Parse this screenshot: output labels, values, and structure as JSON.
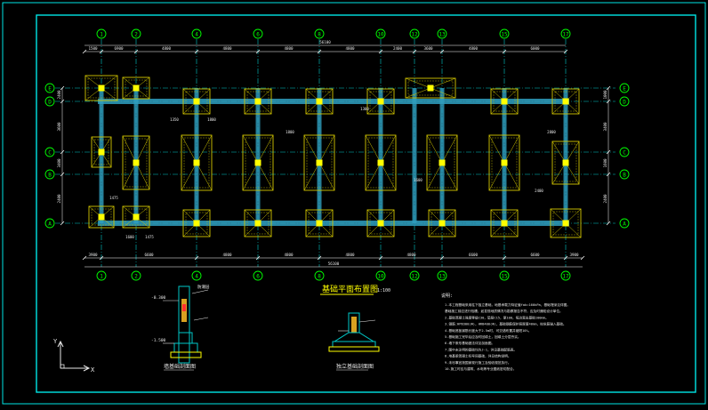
{
  "colors": {
    "background": "#000000",
    "border": "#00e5e5",
    "grid": "#00c8c8",
    "beam": "#2f9fbf",
    "footing": "#d4c800",
    "column": "#ffff00",
    "axis_label": "#00ff00",
    "text": "#e8e8e8",
    "dim": "#ffffff",
    "red": "#ff3030",
    "magenta": "#ff00ff"
  },
  "grid": {
    "top_labels": [
      "1",
      "2",
      "4",
      "6",
      "8",
      "10",
      "12",
      "13",
      "15",
      "17"
    ],
    "bottom_labels": [
      "1",
      "2",
      "4",
      "6",
      "8",
      "10",
      "12",
      "13",
      "15",
      "17"
    ],
    "left_labels": [
      "E",
      "D",
      "C",
      "B",
      "A"
    ],
    "right_labels": [
      "E",
      "D",
      "C",
      "B",
      "A"
    ]
  },
  "dimensions": {
    "top_total": "56100",
    "bottom_total": "56100",
    "top_segments": [
      "1500",
      "6900",
      "4800",
      "4800",
      "4800",
      "4800",
      "2400",
      "3600",
      "4800",
      "6000"
    ],
    "bottom_segments": [
      "3900",
      "6600",
      "4800",
      "4800",
      "4800",
      "4800",
      "6600",
      "6600",
      "3900"
    ],
    "left_segments": [
      "2400",
      "3600",
      "3400",
      "2400"
    ],
    "right_segments": [
      "1000",
      "3400",
      "1600",
      "2400"
    ],
    "footing_sizes": [
      "1475",
      "1600",
      "1475",
      "1350",
      "1800",
      "1800",
      "1300",
      "1600",
      "2400",
      "2800"
    ]
  },
  "plan": {
    "title": "基础平面布置图",
    "scale": "1:100"
  },
  "details": {
    "detail1_caption": "墙基础剖面图",
    "detail2_caption": "独立基础剖面图",
    "level1": "-0.300",
    "level2": "-1.500",
    "note_red": "防潮层"
  },
  "notes": {
    "heading": "说明:",
    "lines": [
      "1.本工程基础采用柱下独立基础，地基承载力特征值fak=160kPa，基础埋深见详图。",
      "  基础施工前应进行验槽，如发现地质情况与勘察报告不符，应及时通知设计单位。",
      "2.基础混凝土强度等级C30，垫层C15，厚100，每边宽出基础100mm。",
      "3.钢筋:HPB300(Φ)，HRB400(Φ)，基础钢筋保护层厚度40mm，柱纵筋锚入基础。",
      "4.基础底板钢筋长度大于2.5m时，可交错布置并缩短10%。",
      "5.基础施工完毕后应及时回填土，回填土分层夯实。",
      "6.墙下条形基础做法详见剖面图。",
      "7.图中未注明的基础均为J-1，详见基础配筋表。",
      "8.地基梁混凝土标号同基础，详见结构说明。",
      "9.未尽事宜按国家现行施工及验收规范执行。",
      "10.施工时应与建筑、水电等专业图纸密切配合。"
    ]
  },
  "ucs": {
    "x_label": "X",
    "y_label": "Y"
  }
}
